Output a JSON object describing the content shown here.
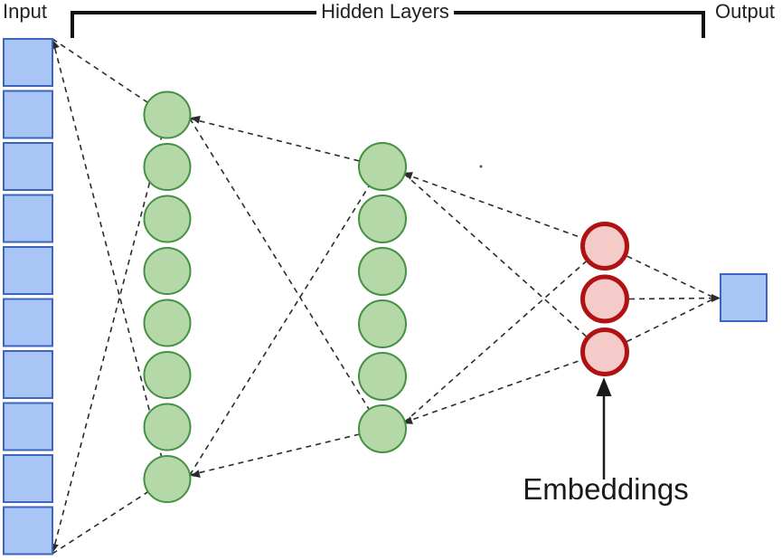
{
  "diagram": {
    "type": "neural-network-autoencoder",
    "labels": {
      "input": "Input",
      "hidden_layers": "Hidden Layers",
      "output": "Output",
      "embeddings": "Embeddings"
    },
    "layers": [
      {
        "name": "input",
        "shape": "square",
        "count": 10
      },
      {
        "name": "hidden-1",
        "shape": "circle",
        "count": 8
      },
      {
        "name": "hidden-2",
        "shape": "circle",
        "count": 6
      },
      {
        "name": "embeddings",
        "shape": "circle",
        "count": 3
      },
      {
        "name": "output",
        "shape": "square",
        "count": 1
      }
    ],
    "colors": {
      "input_fill": "#a9c5f5",
      "input_stroke": "#3c64c1",
      "hidden_fill": "#b5d8a8",
      "hidden_stroke": "#449144",
      "embedding_fill": "#f5cbca",
      "embedding_stroke": "#b01212",
      "connector": "#2b2b2b",
      "bracket": "#111111",
      "label_text": "#212121"
    }
  }
}
